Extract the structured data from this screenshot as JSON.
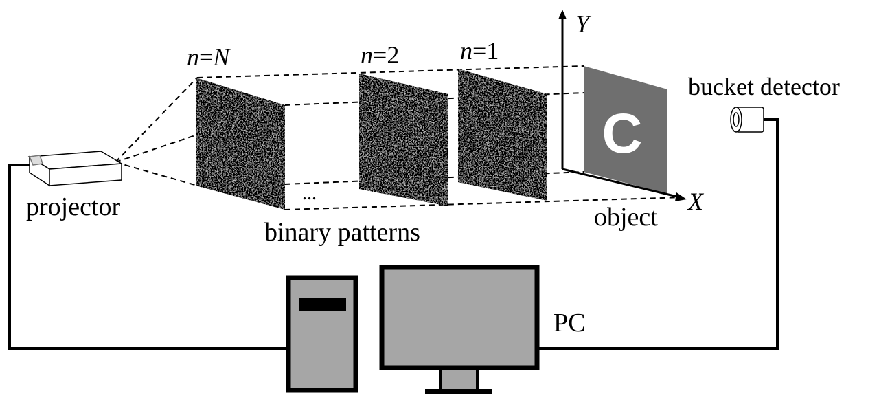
{
  "labels": {
    "projector": "projector",
    "binary_patterns": "binary patterns",
    "object": "object",
    "bucket_detector": "bucket detector",
    "pc": "PC",
    "object_letter": "C",
    "ellipsis": "...",
    "axis_x": "X",
    "axis_y": "Y"
  },
  "patterns": [
    {
      "n_var": "n",
      "eq": "=",
      "index": "N",
      "index_italic": true
    },
    {
      "n_var": "n",
      "eq": "=",
      "index": "2",
      "index_italic": false
    },
    {
      "n_var": "n",
      "eq": "=",
      "index": "1",
      "index_italic": false
    }
  ],
  "colors": {
    "line": "#000000",
    "object_panel": "#6f6f6f",
    "object_letter": "#ffffff",
    "pc_body": "#a6a6a6"
  }
}
